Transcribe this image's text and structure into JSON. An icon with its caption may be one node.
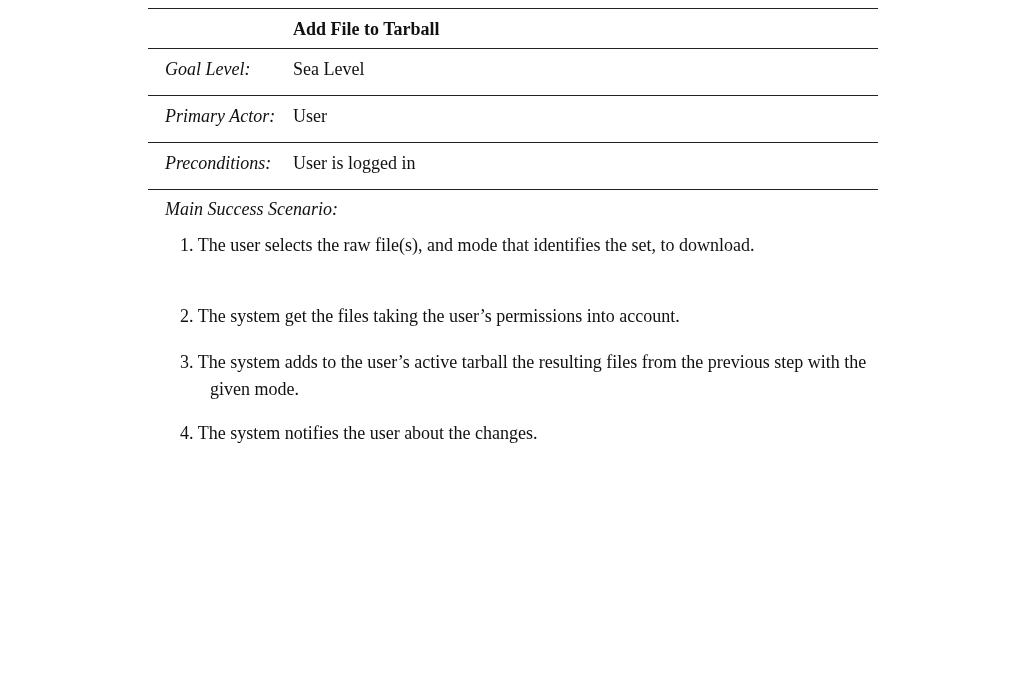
{
  "diagram": {
    "title": "Add File to Tarball",
    "labels": [
      "Goal Level:",
      "Sea Level",
      "Primary Actor:",
      "User",
      "Preconditions:",
      "User is logged in",
      "Main Success Scenario:",
      "1. The user selects the raw file(s), and mode that identifies the set, to download.",
      "2. The system get the files taking the user’s permissions into account.",
      "3. The system adds to the user’s active tarball the resulting files from the previous step with the given mode.",
      "4. The system notifies the user about the changes."
    ]
  }
}
